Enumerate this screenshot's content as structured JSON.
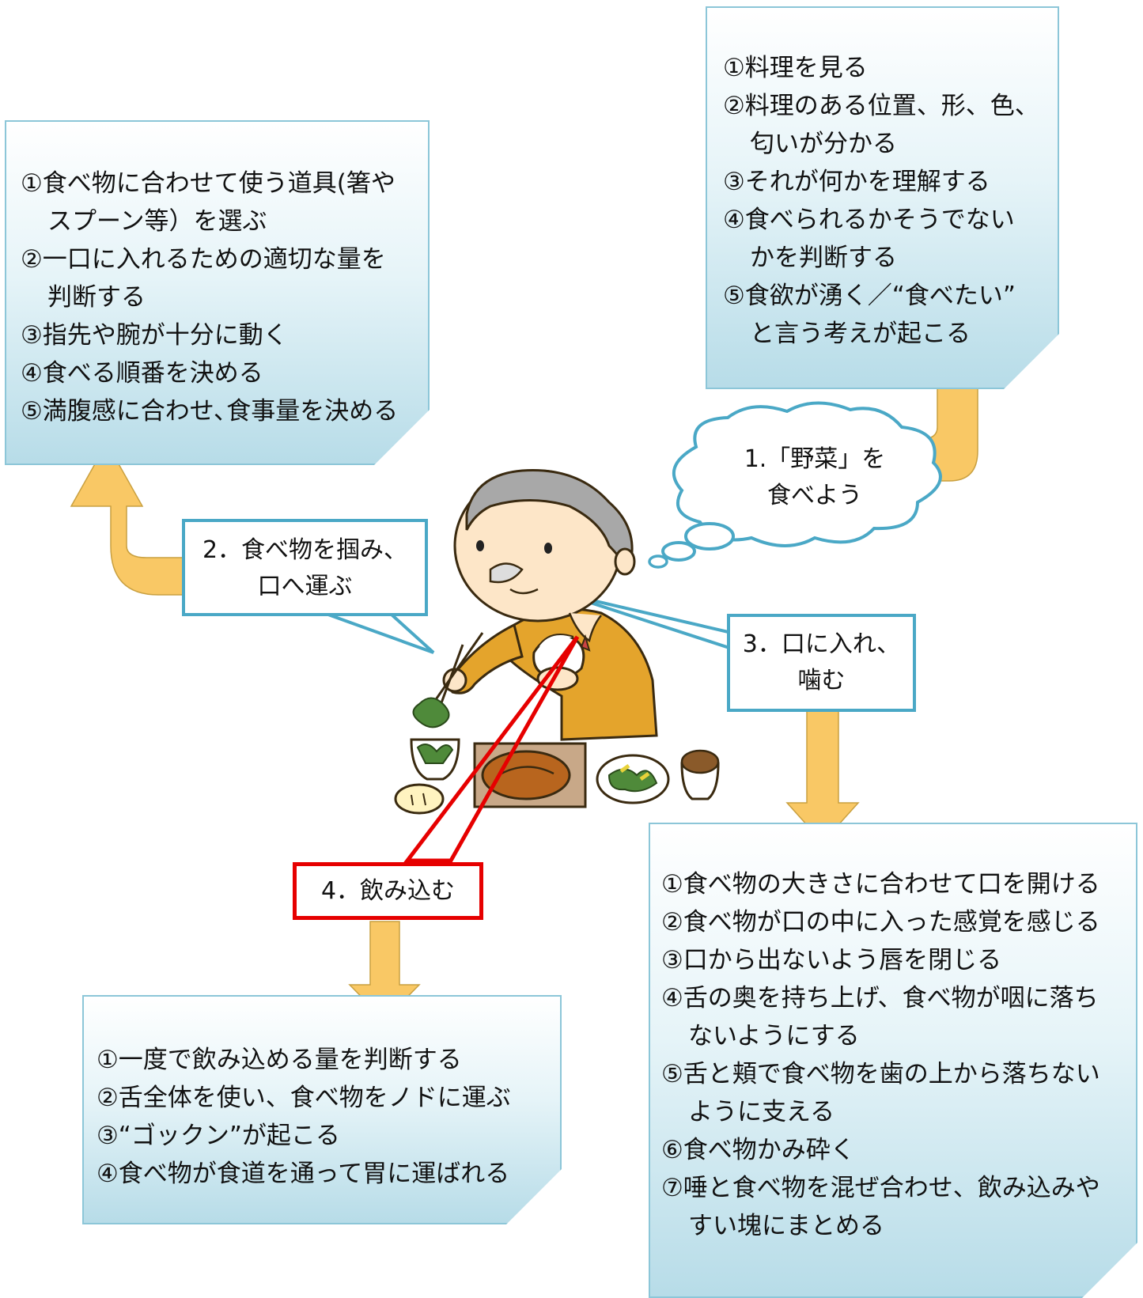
{
  "note_top_right": {
    "items": [
      {
        "text": "①料理を見る",
        "cont": ""
      },
      {
        "text": "②料理のある位置、形、色、",
        "cont": "匂いが分かる"
      },
      {
        "text": "③それが何かを理解する",
        "cont": ""
      },
      {
        "text": "④食べられるかそうでない",
        "cont": "かを判断する"
      },
      {
        "text": "⑤食欲が湧く／“食べたい”",
        "cont": "と言う考えが起こる"
      }
    ]
  },
  "note_top_left": {
    "items": [
      {
        "text": "①食べ物に合わせて使う道具(箸や",
        "cont": "スプーン等）を選ぶ"
      },
      {
        "text": "②一口に入れるための適切な量を",
        "cont": "判断する"
      },
      {
        "text": "③指先や腕が十分に動く",
        "cont": ""
      },
      {
        "text": "④食べる順番を決める",
        "cont": ""
      },
      {
        "text": "⑤満腹感に合わせ､食事量を決める",
        "cont": ""
      }
    ]
  },
  "note_bottom_left": {
    "items": [
      {
        "text": "①一度で飲み込める量を判断する",
        "cont": ""
      },
      {
        "text": "②舌全体を使い、食べ物をノドに運ぶ",
        "cont": ""
      },
      {
        "text": "③“ゴックン”が起こる",
        "cont": ""
      },
      {
        "text": "④食べ物が食道を通って胃に運ばれる",
        "cont": ""
      }
    ]
  },
  "note_bottom_right": {
    "items": [
      {
        "text": "①食べ物の大きさに合わせて口を開ける",
        "cont": ""
      },
      {
        "text": "②食べ物が口の中に入った感覚を感じる",
        "cont": ""
      },
      {
        "text": "③口から出ないよう唇を閉じる",
        "cont": ""
      },
      {
        "text": "④舌の奥を持ち上げ、食べ物が咽に落ち",
        "cont": "ないようにする"
      },
      {
        "text": "⑤舌と頬で食べ物を歯の上から落ちない",
        "cont": "ように支える"
      },
      {
        "text": "⑥食べ物かみ砕く",
        "cont": ""
      },
      {
        "text": "⑦唾と食べ物を混ぜ合わせ、飲み込みや",
        "cont": "すい塊にまとめる"
      }
    ]
  },
  "step1": {
    "line1": "1.「野菜」を",
    "line2": "食べよう"
  },
  "step2": {
    "line1": "2．食べ物を掴み、",
    "line2": "口へ運ぶ"
  },
  "step3": {
    "line1": "3．口に入れ、",
    "line2": "噛む"
  },
  "step4": {
    "line1": "4．飲み込む"
  },
  "colors": {
    "arrow": "#f9c865",
    "box_border": "#4aa8c6",
    "swallow_border": "#e60000",
    "note_border": "#8cc6d8"
  }
}
